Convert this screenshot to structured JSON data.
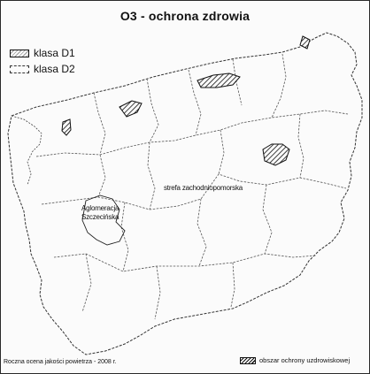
{
  "map": {
    "title": "O3 - ochrona zdrowia",
    "legend": [
      {
        "key": "d1",
        "label": "klasa D1"
      },
      {
        "key": "d2",
        "label": "klasa D2"
      }
    ],
    "regions": {
      "strefa": "strefa zachodniopomorska",
      "aglomeracja_line1": "Aglomeracja",
      "aglomeracja_line2": "Szczecińska"
    },
    "footer": {
      "source": "Roczna ocena jakości powietrza - 2008 r.",
      "spa_zone": "obszar ochrony uzdrowiskowej"
    },
    "colors": {
      "border": "#333333",
      "hatch": "#111111",
      "background": "#fbfbfb"
    }
  }
}
